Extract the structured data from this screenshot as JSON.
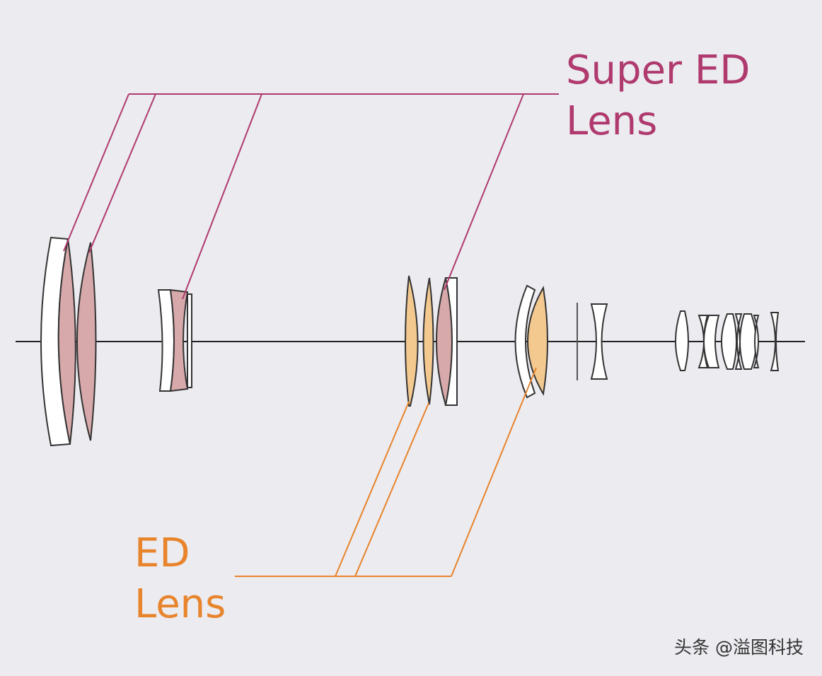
{
  "labels": {
    "super_ed": {
      "line1": "Super ED",
      "line2": "Lens"
    },
    "ed": {
      "line1": "ED",
      "line2": "Lens"
    }
  },
  "watermark": "头条 @溢图科技",
  "colors": {
    "background": "#ebebf0",
    "super_ed_text": "#b03a6e",
    "super_ed_fill": "#d7a9aa",
    "ed_text": "#e8842c",
    "ed_fill": "#f3c98f",
    "normal_fill": "#ffffff",
    "stroke": "#333333",
    "axis": "#222222"
  },
  "lens_groups": [
    {
      "name": "front-group",
      "elements": [
        "normal",
        "super-ed",
        "super-ed"
      ]
    },
    {
      "name": "second-group",
      "elements": [
        "normal",
        "super-ed"
      ]
    },
    {
      "name": "third-group",
      "elements": [
        "ed",
        "ed",
        "super-ed",
        "normal"
      ]
    },
    {
      "name": "fourth-group",
      "elements": [
        "normal",
        "ed"
      ]
    },
    {
      "name": "aperture",
      "elements": [
        "stop"
      ]
    },
    {
      "name": "fifth-group",
      "elements": [
        "normal",
        "normal"
      ]
    },
    {
      "name": "rear-group",
      "elements": [
        "normal",
        "normal",
        "normal",
        "normal",
        "normal",
        "normal",
        "normal",
        "normal"
      ]
    }
  ]
}
